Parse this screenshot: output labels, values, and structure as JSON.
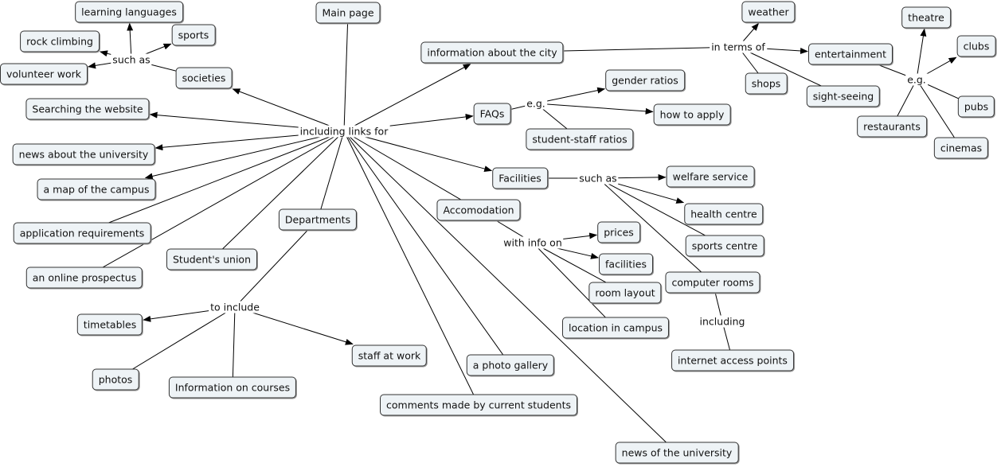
{
  "concepts": {
    "learning_languages": "learning languages",
    "rock_climbing": "rock climbing",
    "sports": "sports",
    "volunteer_work": "volunteer work",
    "societies": "societies",
    "main_page": "Main page",
    "info_city": "information about the city",
    "weather": "weather",
    "shops": "shops",
    "entertainment": "entertainment",
    "sight_seeing": "sight-seeing",
    "theatre": "theatre",
    "clubs": "clubs",
    "pubs": "pubs",
    "restaurants": "restaurants",
    "cinemas": "cinemas",
    "searching": "Searching the website",
    "news_uni": "news about the university",
    "map": "a map of the campus",
    "app_req": "application requirements",
    "prospectus": "an online prospectus",
    "students_union": "Student's union",
    "departments": "Departments",
    "faqs": "FAQs",
    "gender": "gender ratios",
    "how_apply": "how to apply",
    "ss_ratios": "student-staff ratios",
    "facilities": "Facilities",
    "welfare": "welfare service",
    "health": "health centre",
    "sports_centre": "sports centre",
    "computer_rooms": "computer rooms",
    "internet": "internet access points",
    "accom": "Accomodation",
    "prices": "prices",
    "facilities2": "facilities",
    "room_layout": "room layout",
    "location": "location in campus",
    "timetables": "timetables",
    "photos": "photos",
    "info_courses": "Information on courses",
    "staff": "staff at work",
    "photo_gallery": "a photo gallery",
    "comments": "comments made by current students",
    "news_of_uni": "news of the university"
  },
  "phrases": {
    "such_as1": "such as",
    "including_links": "including links for",
    "in_terms_of": "in terms of",
    "eg1": "e.g.",
    "eg2": "e.g.",
    "such_as2": "such as",
    "with_info": "with info on",
    "including2": "including",
    "to_include": "to include"
  },
  "edges": [
    [
      "societies",
      "such_as1",
      false
    ],
    [
      "such_as1",
      "learning_languages",
      true
    ],
    [
      "such_as1",
      "rock_climbing",
      true
    ],
    [
      "such_as1",
      "sports",
      true
    ],
    [
      "such_as1",
      "volunteer_work",
      true
    ],
    [
      "main_page",
      "including_links",
      false
    ],
    [
      "including_links",
      "societies",
      true
    ],
    [
      "including_links",
      "searching",
      true
    ],
    [
      "including_links",
      "news_uni",
      true
    ],
    [
      "including_links",
      "map",
      true
    ],
    [
      "including_links",
      "info_city",
      true
    ],
    [
      "including_links",
      "faqs",
      true
    ],
    [
      "including_links",
      "facilities",
      true
    ],
    [
      "including_links",
      "app_req",
      false
    ],
    [
      "including_links",
      "prospectus",
      false
    ],
    [
      "including_links",
      "students_union",
      false
    ],
    [
      "including_links",
      "departments",
      false
    ],
    [
      "including_links",
      "accom",
      false
    ],
    [
      "including_links",
      "photo_gallery",
      false
    ],
    [
      "including_links",
      "comments",
      false
    ],
    [
      "including_links",
      "news_of_uni",
      false
    ],
    [
      "info_city",
      "in_terms_of",
      false
    ],
    [
      "in_terms_of",
      "weather",
      true
    ],
    [
      "in_terms_of",
      "entertainment",
      true
    ],
    [
      "in_terms_of",
      "shops",
      false
    ],
    [
      "in_terms_of",
      "sight_seeing",
      false
    ],
    [
      "entertainment",
      "eg2",
      false
    ],
    [
      "eg2",
      "theatre",
      true
    ],
    [
      "eg2",
      "clubs",
      true
    ],
    [
      "eg2",
      "pubs",
      false
    ],
    [
      "eg2",
      "restaurants",
      false
    ],
    [
      "eg2",
      "cinemas",
      false
    ],
    [
      "faqs",
      "eg1",
      false
    ],
    [
      "eg1",
      "gender",
      true
    ],
    [
      "eg1",
      "how_apply",
      true
    ],
    [
      "eg1",
      "ss_ratios",
      false
    ],
    [
      "facilities",
      "such_as2",
      false
    ],
    [
      "such_as2",
      "welfare",
      true
    ],
    [
      "such_as2",
      "health",
      true
    ],
    [
      "such_as2",
      "sports_centre",
      false
    ],
    [
      "such_as2",
      "computer_rooms",
      false
    ],
    [
      "computer_rooms",
      "including2",
      false
    ],
    [
      "including2",
      "internet",
      false
    ],
    [
      "accom",
      "with_info",
      false
    ],
    [
      "with_info",
      "prices",
      true
    ],
    [
      "with_info",
      "facilities2",
      true
    ],
    [
      "with_info",
      "room_layout",
      false
    ],
    [
      "with_info",
      "location",
      false
    ],
    [
      "departments",
      "to_include",
      false
    ],
    [
      "to_include",
      "timetables",
      true
    ],
    [
      "to_include",
      "staff",
      true
    ],
    [
      "to_include",
      "photos",
      false
    ],
    [
      "to_include",
      "info_courses",
      false
    ]
  ]
}
